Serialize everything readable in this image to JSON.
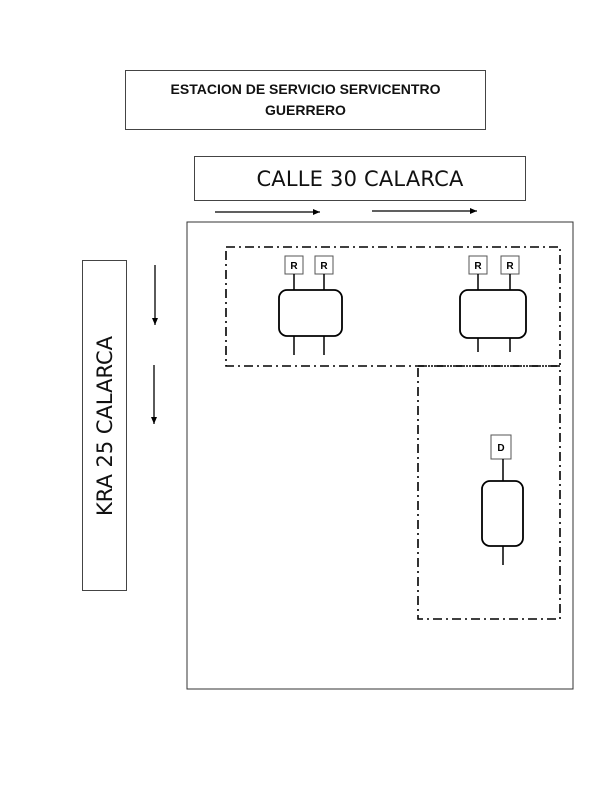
{
  "title": {
    "line1": "ESTACION DE SERVICIO SERVICENTRO",
    "line2": "GUERRERO"
  },
  "streets": {
    "horizontal": "CALLE 30 CALARCA",
    "vertical": "KRA 25 CALARCA"
  },
  "pumps": {
    "regular_label": "R",
    "diesel_label": "D"
  }
}
